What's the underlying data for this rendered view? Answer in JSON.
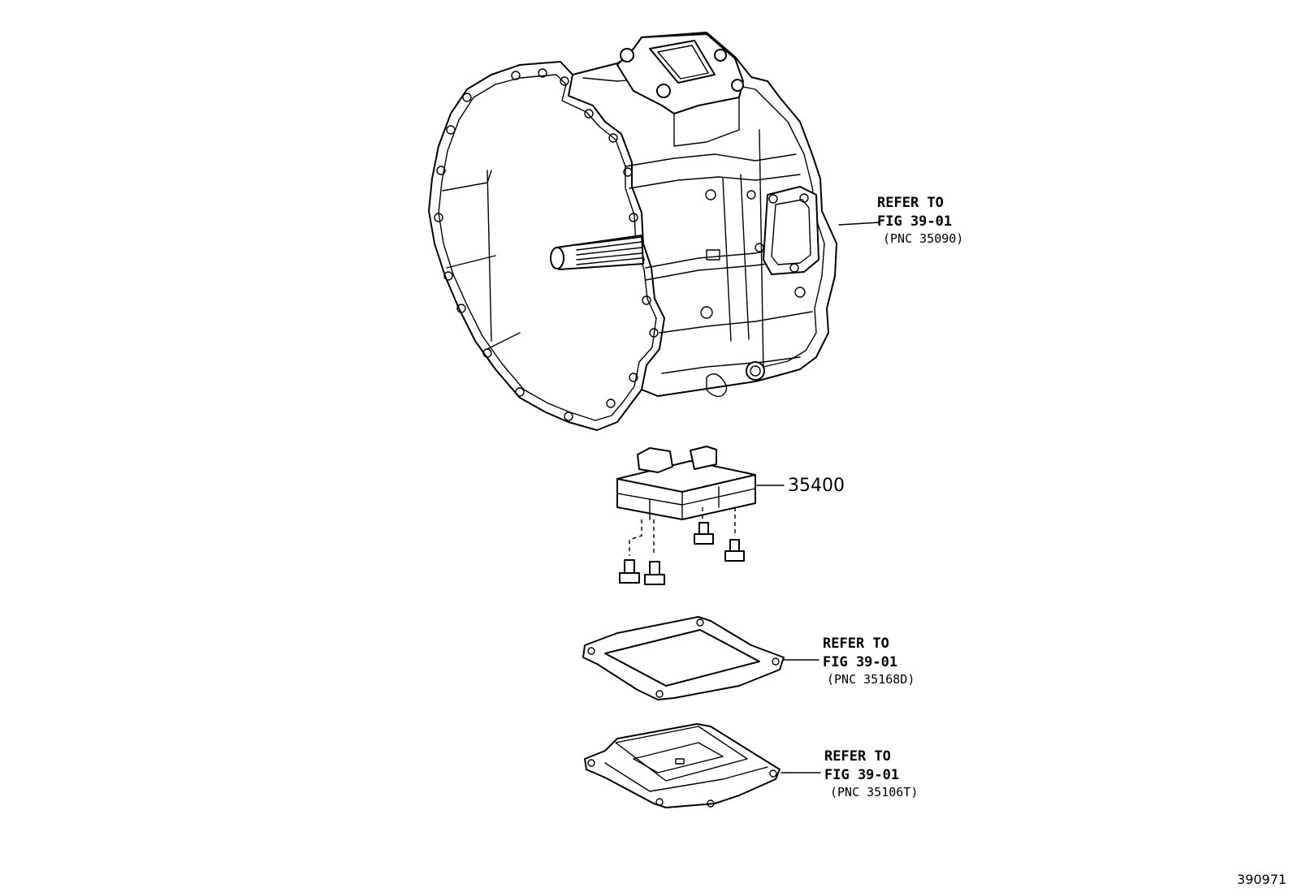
{
  "callouts": [
    {
      "line1": "REFER TO",
      "line2": "FIG 39-01",
      "pnc": "(PNC 35090)"
    },
    {
      "line1": "REFER TO",
      "line2": "FIG 39-01",
      "pnc": "(PNC 35168D)"
    },
    {
      "line1": "REFER TO",
      "line2": "FIG 39-01",
      "pnc": "(PNC 35106T)"
    }
  ],
  "part_number": "35400",
  "figure_id": "390971"
}
